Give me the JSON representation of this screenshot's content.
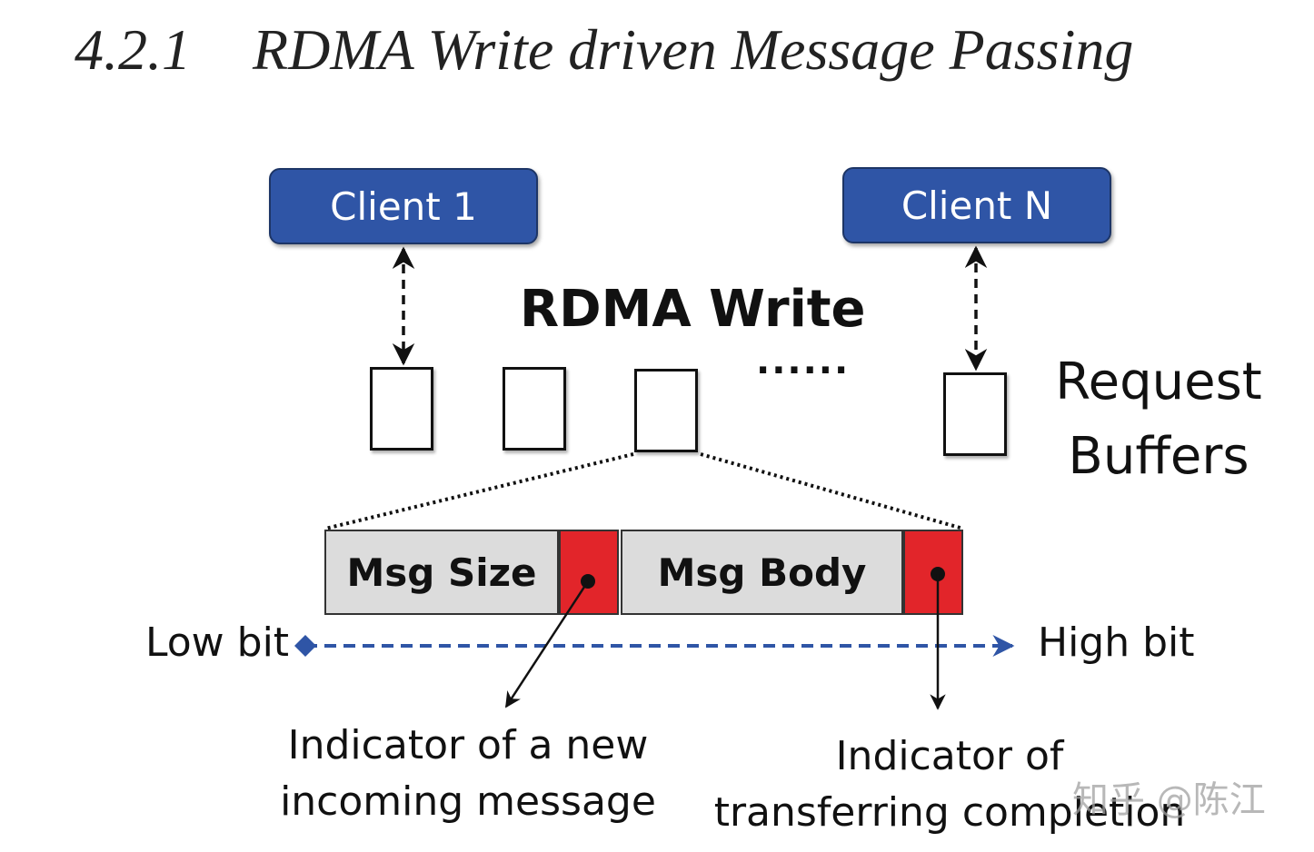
{
  "heading": {
    "number": "4.2.1",
    "title": "RDMA Write driven Message Passing"
  },
  "clients": {
    "first": "Client 1",
    "last": "Client N"
  },
  "labels": {
    "rdma_write": "RDMA Write",
    "ellipsis": "......",
    "request_buffers_line1": "Request",
    "request_buffers_line2": "Buffers",
    "low_bit": "Low bit",
    "high_bit": "High bit"
  },
  "message_layout": {
    "size_field": "Msg Size",
    "body_field": "Msg Body"
  },
  "indicators": {
    "new_message_line1": "Indicator of a new",
    "new_message_line2": "incoming message",
    "completion_line1": "Indicator of",
    "completion_line2": "transferring completion"
  },
  "watermark": "知乎 @陈江",
  "colors": {
    "client_fill": "#2f55a6",
    "flag_fill": "#e2252a",
    "field_fill": "#dcdcdc",
    "bit_axis": "#2f55a6"
  }
}
